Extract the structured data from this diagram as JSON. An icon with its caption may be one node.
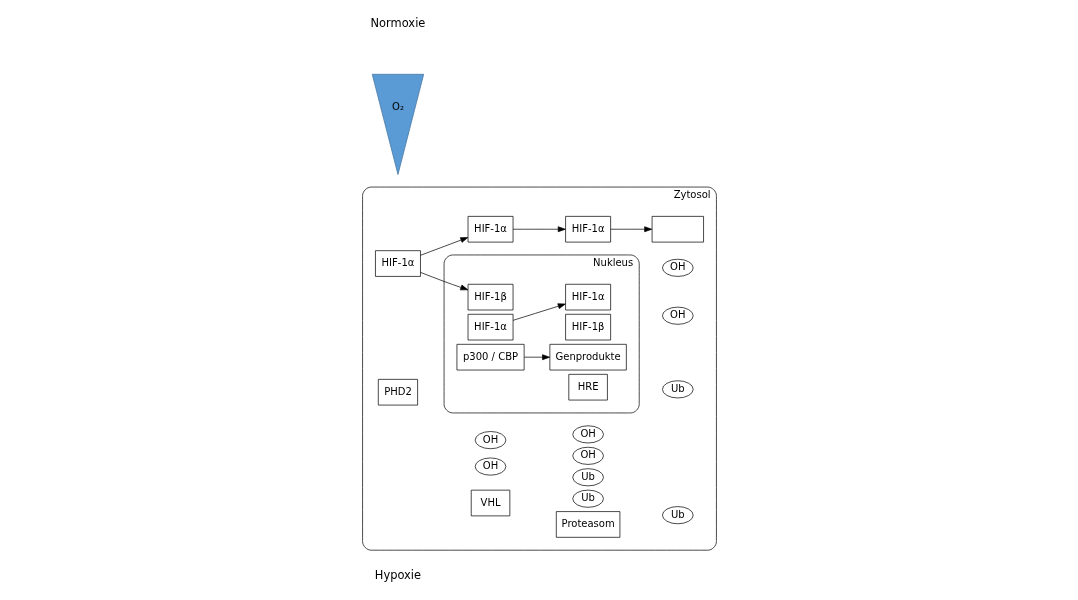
{
  "diagram": {
    "nodes": [
      {
        "text": [
          "Zytosol"
        ]
      },
      {
        "text": [
          "HIF-1α"
        ],
        "in": 0
      },
      {
        "text": [
          "PHD2"
        ],
        "in": 0
      },
      {
        "text": [
          "OH"
        ],
        "in": 0
      },
      {
        "text": [
          "OH"
        ],
        "in": 0
      },
      {
        "text": [
          "HIF-1α"
        ],
        "in": 0
      },
      {
        "text": [
          "VHL"
        ],
        "in": 0
      },
      {
        "text": [
          "OH"
        ],
        "in": 0
      },
      {
        "text": [
          "OH"
        ],
        "in": 0
      },
      {
        "text": [
          "HIF-1α"
        ],
        "in": 0
      },
      {
        "text": [
          "Ub"
        ],
        "in": 0
      },
      {
        "text": [
          "Ub"
        ],
        "in": 0
      },
      {
        "text": [
          "Proteasom"
        ],
        "in": 0
      },
      {
        "text": [
          "OH"
        ],
        "in": 0
      },
      {
        "text": [
          "OH"
        ],
        "in": 0
      },
      {
        "text": [],
        "shape": "box",
        "in": 0
      },
      {
        "text": [
          "Ub"
        ],
        "in": 0
      },
      {
        "text": [
          "Ub"
        ],
        "in": 0
      },
      {
        "text": [
          "Nukleus"
        ],
        "in": 0
      },
      {
        "text": [
          "HIF-1β"
        ],
        "in": 18
      },
      {
        "text": [
          "HIF-1α"
        ],
        "in": 18
      },
      {
        "text": [
          "HIF-1β"
        ],
        "in": 18
      },
      {
        "text": [
          "HIF-1α"
        ],
        "in": 18
      },
      {
        "text": [
          "p300 / CBP"
        ],
        "in": 18
      },
      {
        "text": [
          "HRE"
        ],
        "in": 18
      },
      {
        "text": [
          "Genprodukte"
        ],
        "in": 18
      },
      {
        "text": [
          "O₂"
        ]
      }
    ],
    "edges": [
      {
        "from": 1,
        "to": 5,
        "arrow": "to"
      },
      {
        "from": 5,
        "to": 9,
        "arrow": "to"
      },
      {
        "from": 9,
        "to": 15,
        "arrow": "to"
      },
      {
        "from": 1,
        "to": 19,
        "arrow": "to"
      },
      {
        "from": 20,
        "to": 22,
        "arrow": "to"
      },
      {
        "from": 23,
        "to": 25,
        "arrow": "to"
      }
    ],
    "labels": [
      "Normoxie",
      "Hypoxie"
    ]
  }
}
